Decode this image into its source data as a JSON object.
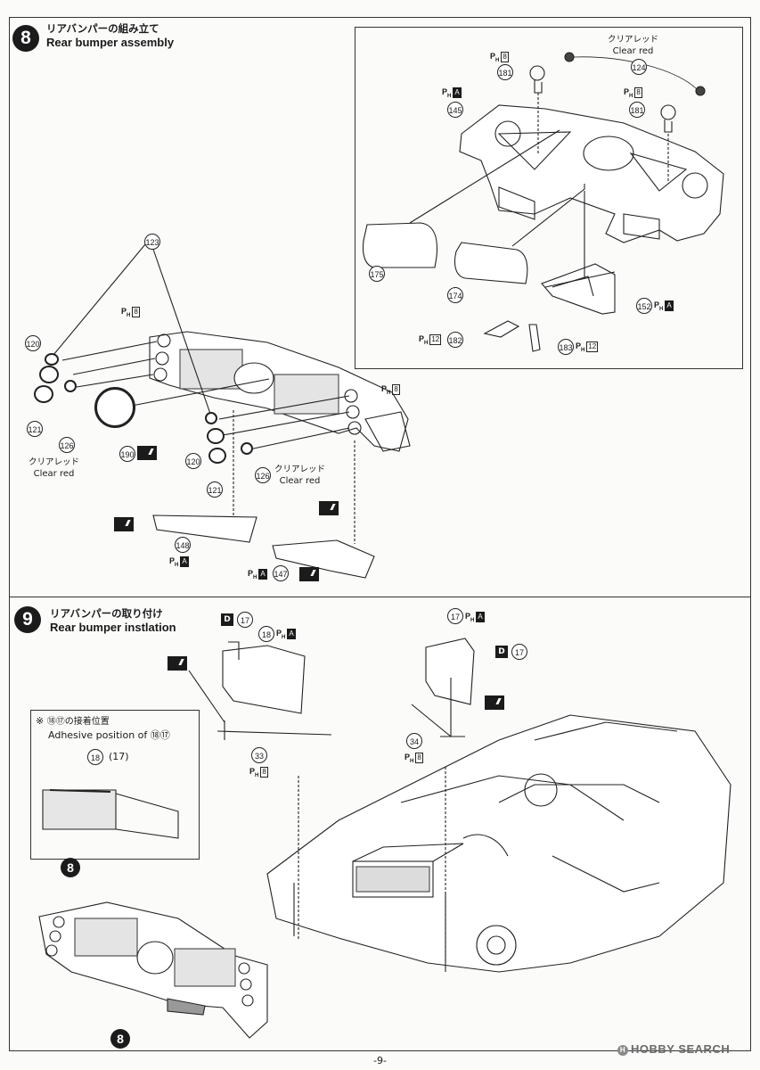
{
  "page": {
    "number": "-9-"
  },
  "watermark": {
    "text": "HOBBY SEARCH",
    "logo": "H"
  },
  "step8": {
    "number": "8",
    "title_jp": "リアバンパーの組み立て",
    "title_en": "Rear bumper assembly",
    "paint": {
      "ph": "P",
      "sub": "H",
      "code_8": "8",
      "code_A": "A",
      "code_12": "12"
    },
    "inset_labels": {
      "clear_red_jp": "クリアレッド",
      "clear_red_en": "Clear red",
      "p181a": "181",
      "p181b": "181",
      "p124": "124",
      "p145": "145",
      "p175": "175",
      "p174": "174",
      "p152": "152",
      "p182": "182",
      "p183": "183"
    },
    "main_labels": {
      "p123": "123",
      "p120a": "120",
      "p121a": "121",
      "p126a": "126",
      "p190": "190",
      "p120b": "120",
      "p121b": "121",
      "p126b": "126",
      "p148": "148",
      "p147": "147",
      "clear_red_jp": "クリアレッド",
      "clear_red_en": "Clear red"
    }
  },
  "step9": {
    "number": "9",
    "title_jp": "リアバンパーの取り付け",
    "title_en": "Rear bumper instlation",
    "labels": {
      "D": "D",
      "p17a": "17",
      "p18": "18",
      "p33": "33",
      "p17b": "17",
      "p34": "34",
      "D2": "D",
      "p17c": "17"
    },
    "adhesive_note": {
      "marker": "※",
      "jp_prefix": "⑱⑰の接着位置",
      "en": "Adhesive position of ⑱⑰",
      "p18": "18",
      "p17": "(17)",
      "step_ref": "8"
    },
    "bottom_ref_step": "8"
  }
}
